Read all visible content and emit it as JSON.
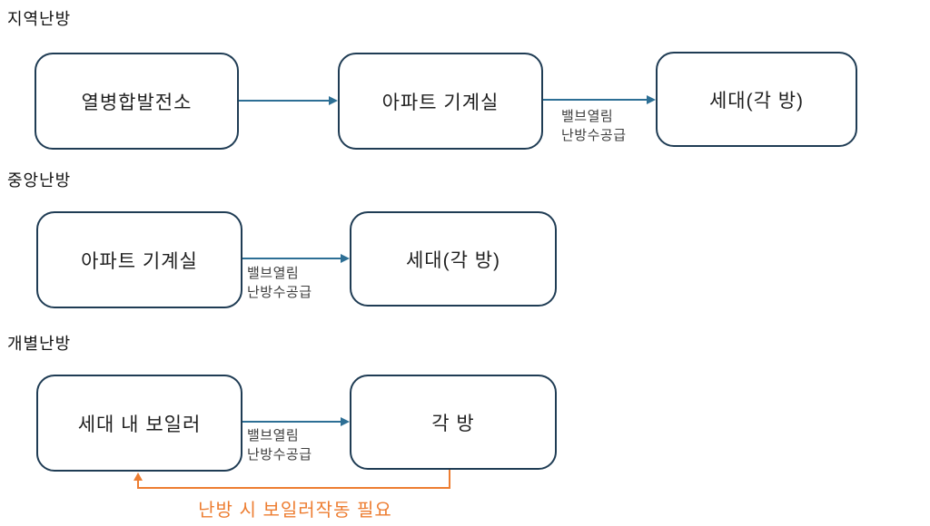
{
  "colors": {
    "box_border": "#1f3c54",
    "arrow_line": "#2d6f95",
    "edge_label_text": "#3d3d3d",
    "feedback_orange": "#ed7d31"
  },
  "sections": [
    {
      "title": "지역난방",
      "nodes": [
        {
          "label": "열병합발전소"
        },
        {
          "label": "아파트 기계실"
        },
        {
          "label": "세대(각 방)"
        }
      ],
      "arrows": [
        {
          "label_line1": "",
          "label_line2": ""
        },
        {
          "label_line1": "밸브열림",
          "label_line2": "난방수공급"
        }
      ]
    },
    {
      "title": "중앙난방",
      "nodes": [
        {
          "label": "아파트 기계실"
        },
        {
          "label": "세대(각 방)"
        }
      ],
      "arrows": [
        {
          "label_line1": "밸브열림",
          "label_line2": "난방수공급"
        }
      ]
    },
    {
      "title": "개별난방",
      "nodes": [
        {
          "label": "세대 내 보일러"
        },
        {
          "label": "각 방"
        }
      ],
      "arrows": [
        {
          "label_line1": "밸브열림",
          "label_line2": "난방수공급"
        }
      ],
      "feedback": {
        "label": "난방 시 보일러작동 필요"
      }
    }
  ]
}
